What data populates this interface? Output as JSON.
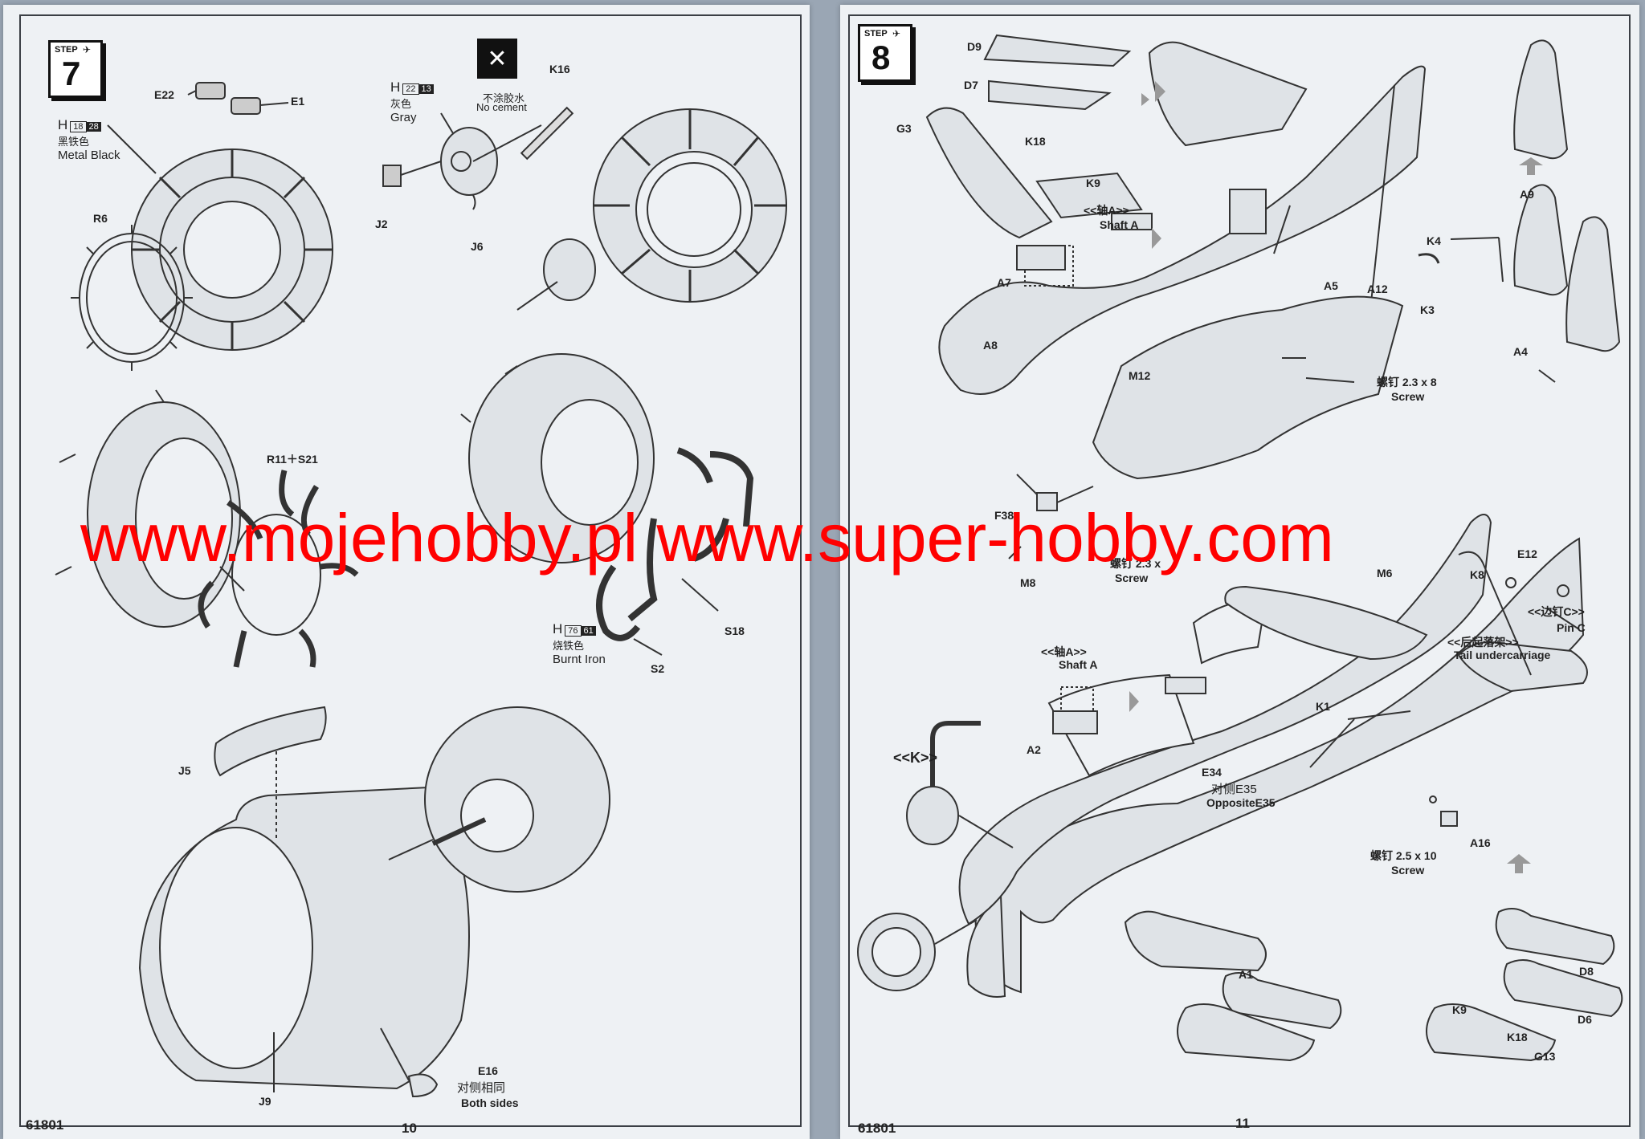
{
  "left_page": {
    "step": {
      "word": "STEP",
      "number": "7"
    },
    "page_number": "10",
    "kit_number": "61801",
    "labels": {
      "E22": "E22",
      "E1": "E1",
      "R6": "R6",
      "K16": "K16",
      "J2": "J2",
      "J6": "J6",
      "R11_S21": "R11＋S21",
      "S18": "S18",
      "S2": "S2",
      "J5": "J5",
      "J9": "J9",
      "E16": "E16",
      "E16_cn": "对侧相同",
      "E16_en": "Both sides",
      "no_cement_cn": "不涂胶水",
      "no_cement_en": "No cement"
    },
    "paints": {
      "metal_black": {
        "h": "H",
        "a": "18",
        "b": "28",
        "cn": "黑铁色",
        "en": "Metal  Black"
      },
      "gray": {
        "h": "H",
        "a": "22",
        "b": "13",
        "cn": "灰色",
        "en": "Gray"
      },
      "burnt_iron": {
        "h": "H",
        "a": "76",
        "b": "61",
        "cn": "烧铁色",
        "en": "Burnt Iron"
      }
    }
  },
  "right_page": {
    "step": {
      "word": "STEP",
      "number": "8"
    },
    "page_number": "11",
    "kit_number": "61801",
    "labels": {
      "D9": "D9",
      "D7": "D7",
      "G3": "G3",
      "K18a": "K18",
      "K9a": "K9",
      "shaftA1_cn": "<<轴A>>",
      "shaftA1_en": "Shaft A",
      "A7": "A7",
      "A5": "A5",
      "A9": "A9",
      "K4": "K4",
      "A12": "A12",
      "K3": "K3",
      "A4": "A4",
      "A8": "A8",
      "M12": "M12",
      "screw1_cn": "螺钉 2.3  x 8",
      "screw1_en": "Screw",
      "F38": "F38",
      "M8": "M8",
      "screw2_cn": "螺钉 2.3 x",
      "screw2_en": "Screw",
      "M6": "M6",
      "K8": "K8",
      "E12": "E12",
      "pinC_cn": "<<边钉C>>",
      "pinC_en": "Pin C",
      "tail_cn": "<<后起落架>>",
      "tail_en": "Tail undercarriage",
      "shaftA2_cn": "<<轴A>>",
      "shaftA2_en": "Shaft A",
      "A2": "A2",
      "K1": "K1",
      "K_label": "<<K>>",
      "E34": "E34",
      "E35_cn": "对侧E35",
      "E35_en": "OppositeE35",
      "A16": "A16",
      "screw3_cn": "螺钉 2.5  x 10",
      "screw3_en": "Screw",
      "A1": "A1",
      "D8": "D8",
      "D6": "D6",
      "K9b": "K9",
      "K18b": "K18",
      "G13": "G13"
    }
  },
  "watermark": "www.mojehobby.pl www.super-hobby.com"
}
